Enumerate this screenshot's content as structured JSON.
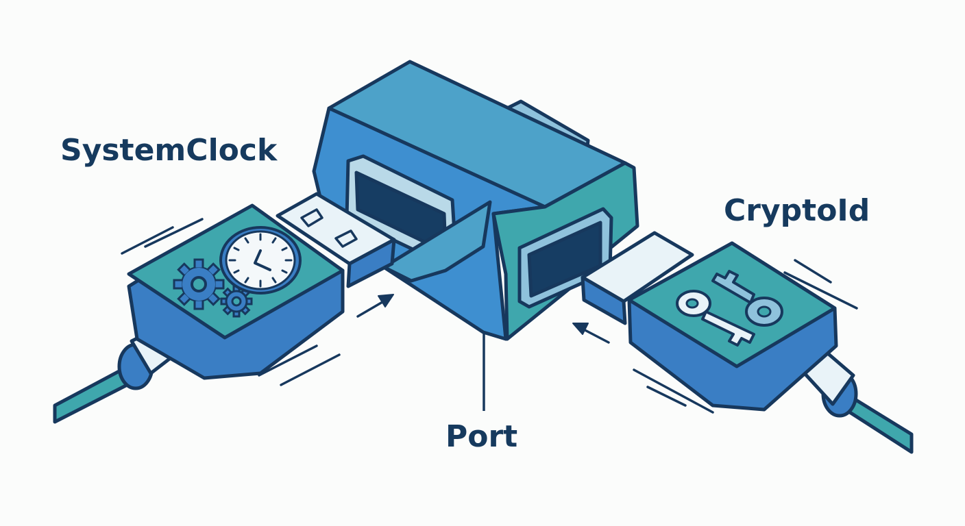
{
  "labels": {
    "left_plug": "SystemClock",
    "right_plug": "CryptoId",
    "port": "Port"
  },
  "icons": {
    "left_plug": [
      "gear-icon",
      "clock-icon"
    ],
    "right_plug": [
      "key-icon"
    ]
  },
  "colors": {
    "outline": "#17385d",
    "teal": "#3fa7ad",
    "blue": "#3a7ec4",
    "light_blue": "#52a3cc",
    "dark_slot": "#163d63",
    "connector_white": "#e9f3f8",
    "label_text": "#163a5e",
    "background": "#fbfcfb"
  }
}
